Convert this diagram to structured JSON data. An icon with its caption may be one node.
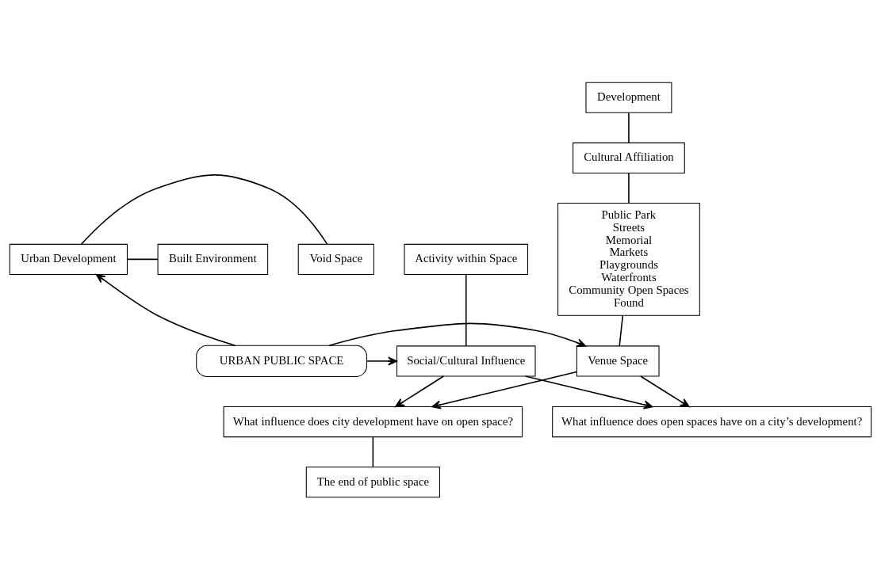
{
  "diagram": {
    "nodes": [
      {
        "text": [
          "Development"
        ]
      },
      {
        "text": [
          "Cultural Affiliation"
        ]
      },
      {
        "text": [
          "Public Park",
          "Streets",
          "Memorial",
          "Markets",
          "Playgrounds",
          "Waterfronts",
          "Community Open Spaces",
          "Found"
        ]
      },
      {
        "text": [
          "Venue Space"
        ]
      },
      {
        "text": [
          "URBAN PUBLIC SPACE"
        ]
      },
      {
        "text": [
          "Urban Development"
        ]
      },
      {
        "text": [
          "Built Environment"
        ]
      },
      {
        "text": [
          "Void Space"
        ]
      },
      {
        "text": [
          "Activity within Space"
        ]
      },
      {
        "text": [
          "Social/Cultural Influence"
        ]
      },
      {
        "text": [
          "What influence does city development have on open space?"
        ]
      },
      {
        "text": [
          "What influence does open spaces have on a city’s development?"
        ]
      },
      {
        "text": [
          "The end of public space"
        ]
      }
    ],
    "edges": [
      {
        "from": 0,
        "to": 1,
        "arrow": "none"
      },
      {
        "from": 1,
        "to": 2,
        "arrow": "none"
      },
      {
        "from": 2,
        "to": 3,
        "arrow": "none"
      },
      {
        "from": 4,
        "to": 5,
        "arrow": "to"
      },
      {
        "from": 5,
        "to": 6,
        "arrow": "none"
      },
      {
        "from": 5,
        "to": 7,
        "arrow": "none"
      },
      {
        "from": 4,
        "to": 3,
        "arrow": "to"
      },
      {
        "from": 4,
        "to": 9,
        "arrow": "to"
      },
      {
        "from": 8,
        "to": 9,
        "arrow": "none"
      },
      {
        "from": 3,
        "to": 10,
        "arrow": "to"
      },
      {
        "from": 3,
        "to": 11,
        "arrow": "to"
      },
      {
        "from": 9,
        "to": 10,
        "arrow": "to"
      },
      {
        "from": 9,
        "to": 11,
        "arrow": "to"
      },
      {
        "from": 10,
        "to": 12,
        "arrow": "none"
      }
    ]
  }
}
